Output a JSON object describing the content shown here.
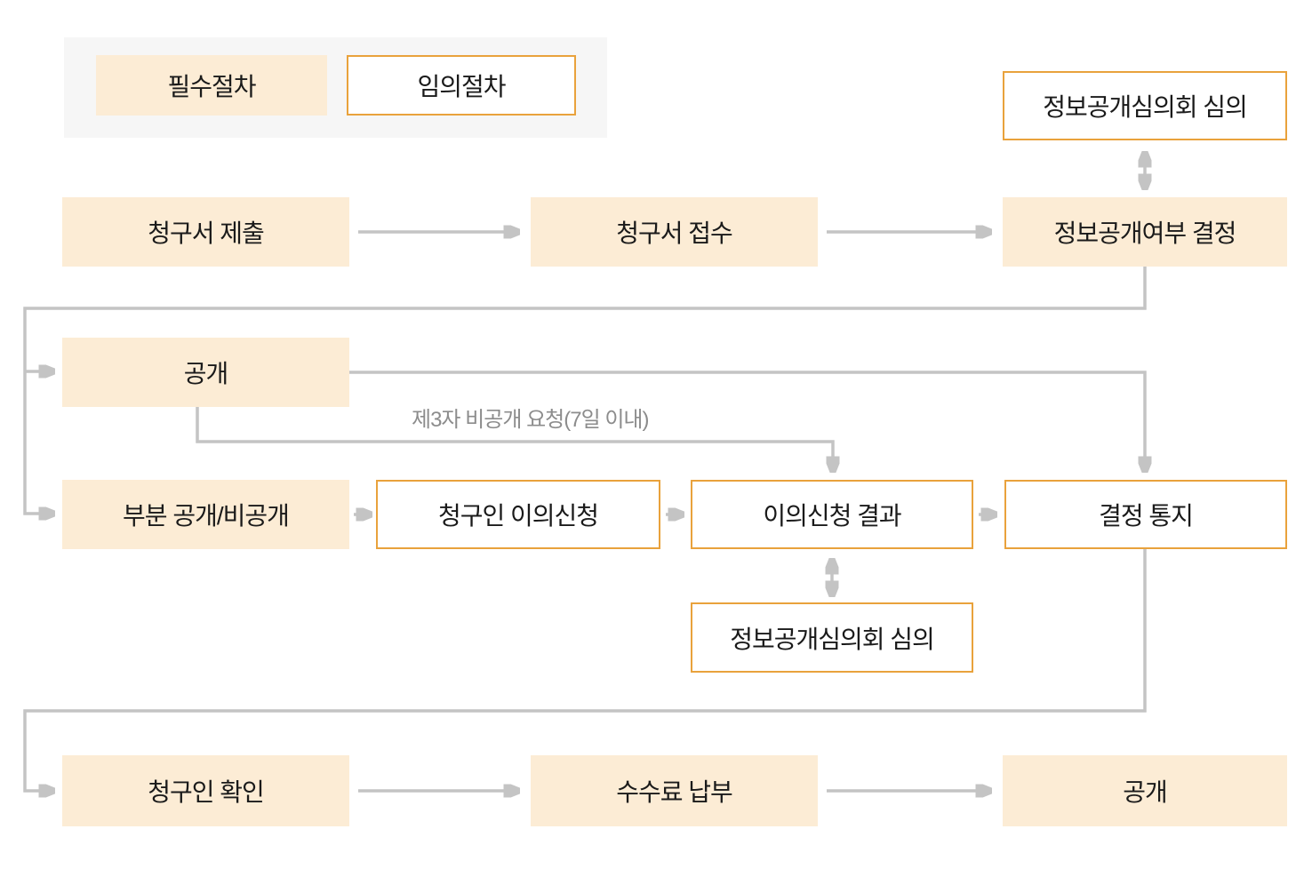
{
  "legend": {
    "required": "필수절차",
    "optional": "임의절차"
  },
  "nodes": {
    "submit": "청구서 제출",
    "receive": "청구서 접수",
    "decision": "정보공개여부 결정",
    "committee_review_top": "정보공개심의회 심의",
    "disclosure": "공개",
    "partial_disclosure": "부분 공개/비공개",
    "claimant_appeal": "청구인 이의신청",
    "appeal_result": "이의신청 결과",
    "decision_notice": "결정 통지",
    "committee_review_bottom": "정보공개심의회 심의",
    "claimant_verification": "청구인 확인",
    "fee_payment": "수수료 납부",
    "final_disclosure": "공개"
  },
  "annotations": {
    "third_party_request": "제3자 비공개 요청(7일 이내)"
  },
  "colors": {
    "required_fill": "#fcecd5",
    "optional_border": "#e9a23c",
    "connector_gray": "#c4c4c4",
    "annotation_text": "#8c8c8c",
    "legend_background": "#f6f6f6",
    "text": "#1a1a1a"
  }
}
